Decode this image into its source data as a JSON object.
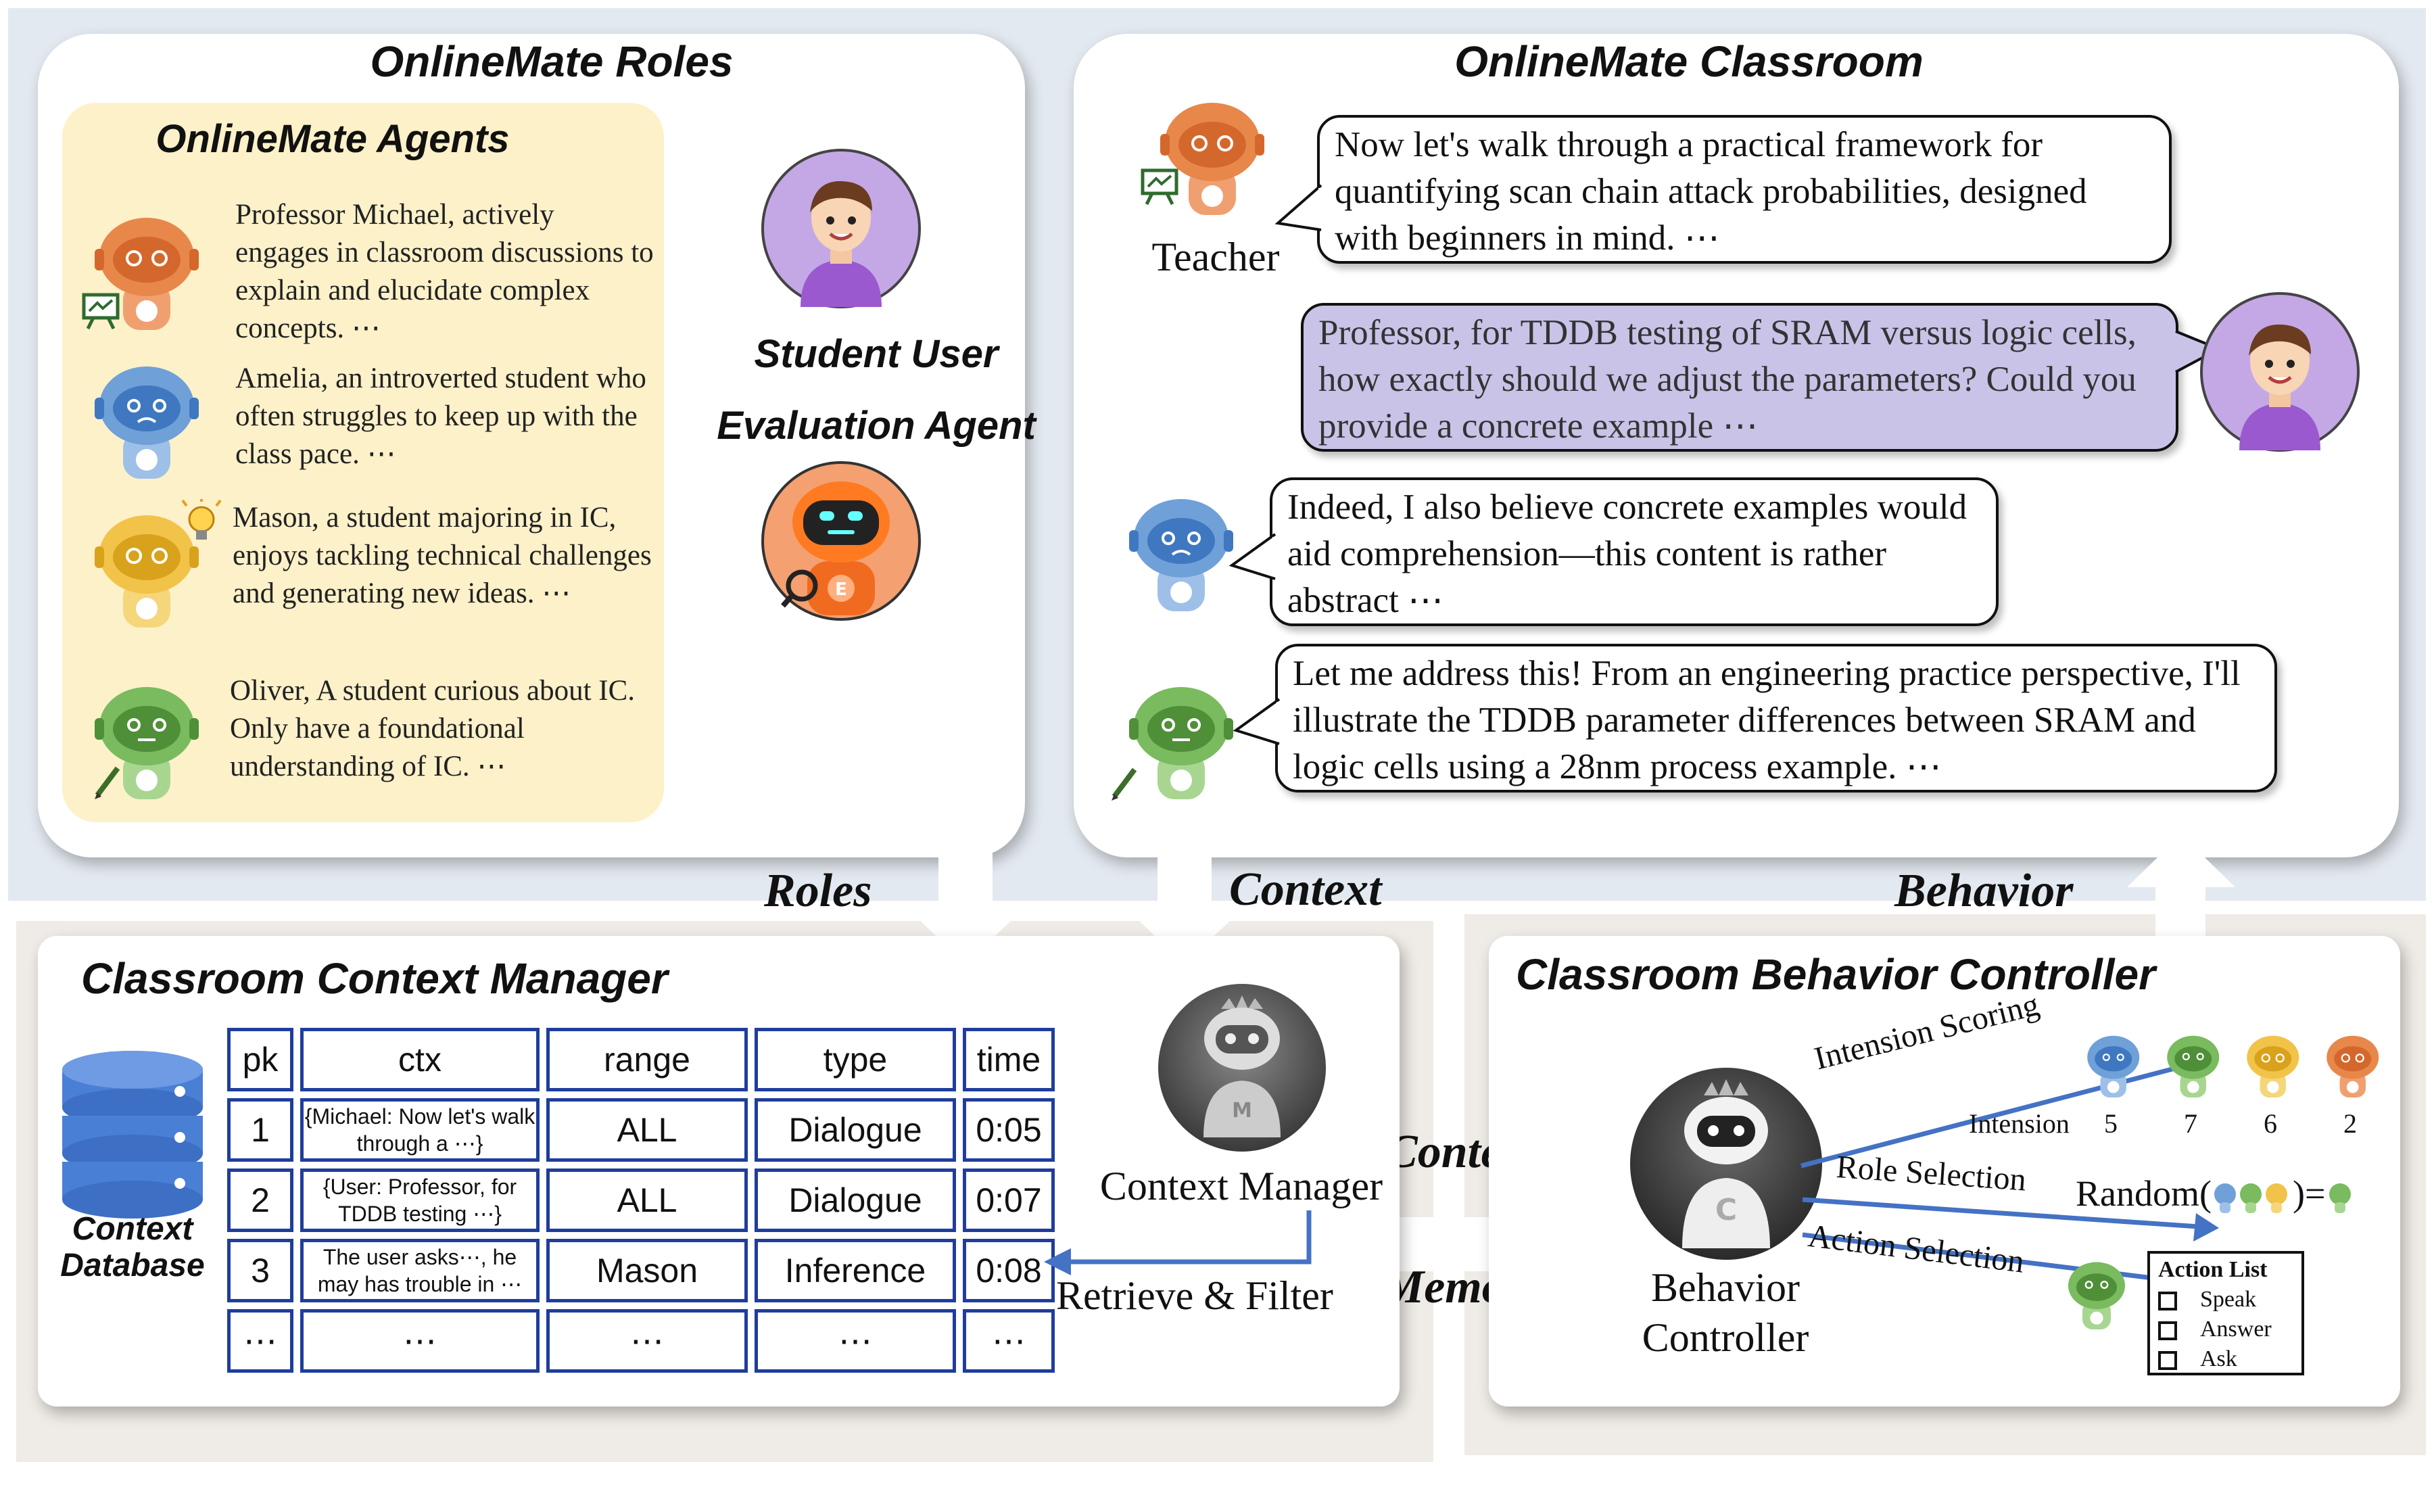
{
  "roles_panel": {
    "title": "OnlineMate Roles",
    "agents_title": "OnlineMate Agents",
    "agents": [
      {
        "desc": "Professor Michael, actively engages in classroom discussions to explain and elucidate complex concepts. ⋯",
        "color": "#e8874a",
        "icon": "teacher-board-icon"
      },
      {
        "desc": "Amelia, an introverted student who often struggles to keep up with the class pace. ⋯",
        "color": "#6fa0d8",
        "icon": ""
      },
      {
        "desc": "Mason, a student majoring in IC, enjoys tackling technical challenges and generating new ideas. ⋯",
        "color": "#f2c349",
        "icon": "lightbulb-icon"
      },
      {
        "desc": "Oliver, A student curious about IC. Only have a foundational understanding of IC. ⋯",
        "color": "#79bb5e",
        "icon": "pencil-icon"
      }
    ],
    "student_user_label": "Student User",
    "evaluation_agent_label": "Evaluation Agent"
  },
  "classroom_panel": {
    "title": "OnlineMate Classroom",
    "teacher_label": "Teacher",
    "messages": [
      {
        "speaker": "teacher",
        "text": "Now let's walk through a practical framework for quantifying scan chain attack probabilities, designed with beginners in mind. ⋯"
      },
      {
        "speaker": "user",
        "text": "Professor, for TDDB testing of SRAM versus logic cells, how exactly should we adjust the parameters? Could you provide a concrete example ⋯"
      },
      {
        "speaker": "amelia",
        "text": "Indeed, I also believe concrete examples would aid comprehension—this content is rather abstract ⋯"
      },
      {
        "speaker": "oliver",
        "text": "Let me address this! From an engineering practice perspective, I'll illustrate the TDDB parameter differences between SRAM and logic cells using a 28nm process example. ⋯"
      }
    ]
  },
  "flow_labels": {
    "roles": "Roles",
    "context_top": "Context",
    "behavior": "Behavior",
    "context_mid": "Context",
    "memory": "Memory"
  },
  "context_manager_panel": {
    "title": "Classroom Context Manager",
    "db_label_1": "Context",
    "db_label_2": "Database",
    "table_headers": [
      "pk",
      "ctx",
      "range",
      "type",
      "time"
    ],
    "table_rows": [
      [
        "1",
        "{Michael: Now let's walk through a ⋯}",
        "ALL",
        "Dialogue",
        "0:05"
      ],
      [
        "2",
        "{User: Professor, for TDDB testing ⋯}",
        "ALL",
        "Dialogue",
        "0:07"
      ],
      [
        "3",
        "The user asks⋯, he may has trouble in ⋯",
        "Mason",
        "Inference",
        "0:08"
      ],
      [
        "⋯",
        "⋯",
        "⋯",
        "⋯",
        "⋯"
      ]
    ],
    "manager_label": "Context Manager",
    "retrieve_label": "Retrieve & Filter"
  },
  "behavior_panel": {
    "title": "Classroom Behavior Controller",
    "controller_label_1": "Behavior",
    "controller_label_2": "Controller",
    "intension_scoring": "Intension Scoring",
    "intension_label": "Intension",
    "scores": [
      "5",
      "7",
      "6",
      "2"
    ],
    "role_selection": "Role Selection",
    "random_prefix": "Random(",
    "random_suffix": ")=",
    "action_selection": "Action Selection",
    "action_list_title": "Action List",
    "actions": [
      "Speak",
      "Answer",
      "Ask"
    ]
  },
  "colors": {
    "arrow_blue": "#4472c4",
    "table_border": "#1f3d9c",
    "agents_bg": "#fdf1c9",
    "user_bubble": "#c9c3e8"
  }
}
